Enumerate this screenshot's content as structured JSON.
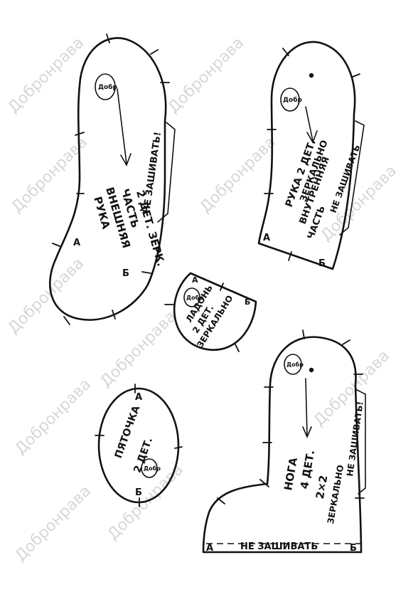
{
  "watermark": "Добронрава",
  "logo_text": "Добр",
  "arm_outer": {
    "title": "РУКА",
    "line2": "ВНЕШНЯЯ",
    "line3": "ЧАСТЬ",
    "line4": "2 ДЕТ. ЗЕРК.",
    "note": "НЕ ЗАШИВАТЬ!",
    "mark_a": "А",
    "mark_b": "Б"
  },
  "arm_inner": {
    "title": "РУКА 2 ДЕТ.",
    "line2": "ЗЕРКАЛЬНО",
    "line3": "ВНУТРЕННЯЯ",
    "line4": "ЧАСТЬ",
    "note": "НЕ ЗАШИВАТЬ",
    "mark_a": "А",
    "mark_b": "Б"
  },
  "palm": {
    "title": "ЛАДОНЬ",
    "line2": "2 ДЕТ.",
    "line3": "ЗЕРКАЛЬНО",
    "mark_a": "А",
    "mark_b": "Б"
  },
  "heel": {
    "title": "ПЯТОЧКА",
    "line2": "2 ДЕТ.",
    "mark_a": "А",
    "mark_b": "Б"
  },
  "leg": {
    "title": "НОГА",
    "line2": "4 ДЕТ.",
    "line3": "2×2",
    "line4": "ЗЕРКАЛЬНО",
    "note_side": "НЕ ЗАШИВАТЬ!",
    "note_bottom": "НЕ ЗАШИВАТЬ",
    "mark_a": "А",
    "mark_b": "Б"
  }
}
